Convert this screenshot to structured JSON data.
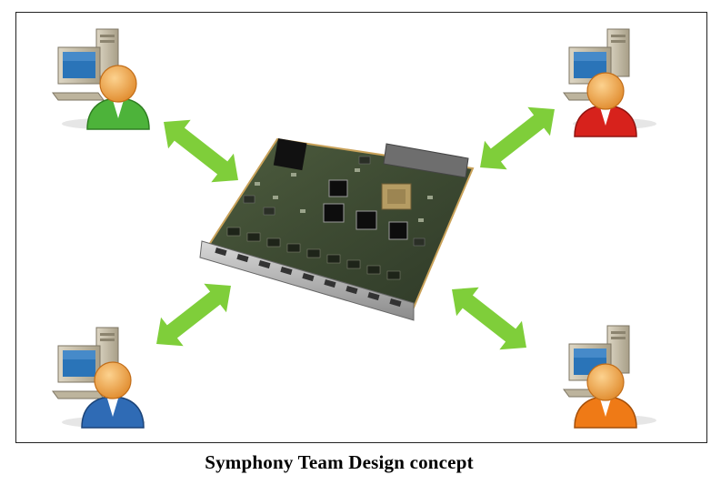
{
  "caption": "Symphony Team Design concept",
  "colors": {
    "arrow": "#7fce3a",
    "user_green": "#4db33a",
    "user_red": "#d7221c",
    "user_blue": "#2f6bb5",
    "user_orange": "#ef7a16",
    "head": "#f2a24c",
    "pc_body": "#c9c1ad",
    "pc_screen": "#2a74b8"
  },
  "nodes": [
    {
      "name": "user-workstation-top-left",
      "icon": "user-computer-icon",
      "color": "green"
    },
    {
      "name": "user-workstation-top-right",
      "icon": "user-computer-icon",
      "color": "red"
    },
    {
      "name": "user-workstation-bottom-left",
      "icon": "user-computer-icon",
      "color": "blue"
    },
    {
      "name": "user-workstation-bottom-right",
      "icon": "user-computer-icon",
      "color": "orange"
    }
  ],
  "center": {
    "icon": "circuit-board-icon"
  },
  "connectors": {
    "icon": "double-arrow-icon",
    "count": 4
  }
}
